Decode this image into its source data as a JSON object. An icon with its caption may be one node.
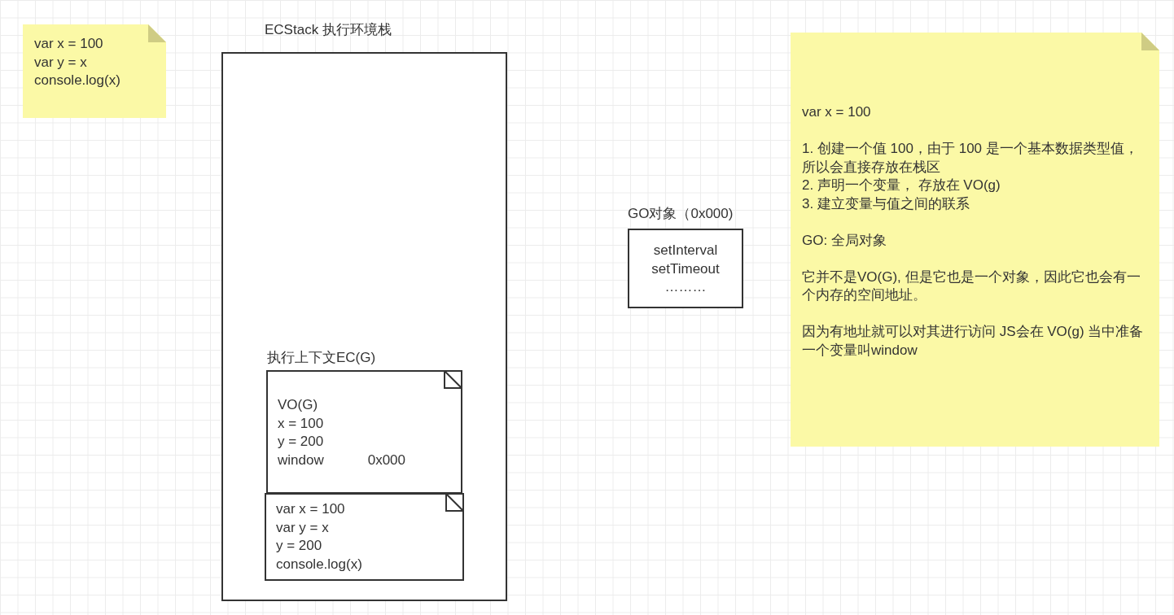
{
  "diagram": {
    "nodes": [
      {
        "text": [
          "var x = 100",
          "var y = x",
          "console.log(x)"
        ]
      },
      {
        "text": [
          "ECStack 执行环境栈"
        ]
      },
      {
        "text": [
          "执行上下文EC(G)",
          "VO(G)",
          "x  = 100",
          "y  = 200",
          "window",
          "0x000"
        ],
        "in": 1
      },
      {
        "text": [
          "var x = 100",
          "var y = x",
          "y = 200",
          "console.log(x)"
        ],
        "in": 1
      },
      {
        "text": [
          "GO对象（0x000)",
          "setInterval",
          "setTimeout",
          "………"
        ]
      },
      {
        "text": [
          "var x = 100",
          "1. 创建一个值 100，由于 100 是一个基本数据类型值，所以会直接存放在栈区",
          "2. 声明一个变量， 存放在 VO(g)",
          "3. 建立变量与值之间的联系",
          "GO: 全局对象",
          "它并不是VO(G), 但是它也是一个对象，因此它也会有一个内存的空间地址。",
          "因为有地址就可以对其进行访问 JS会在 VO(g) 当中准备一个变量叫window"
        ]
      }
    ]
  }
}
